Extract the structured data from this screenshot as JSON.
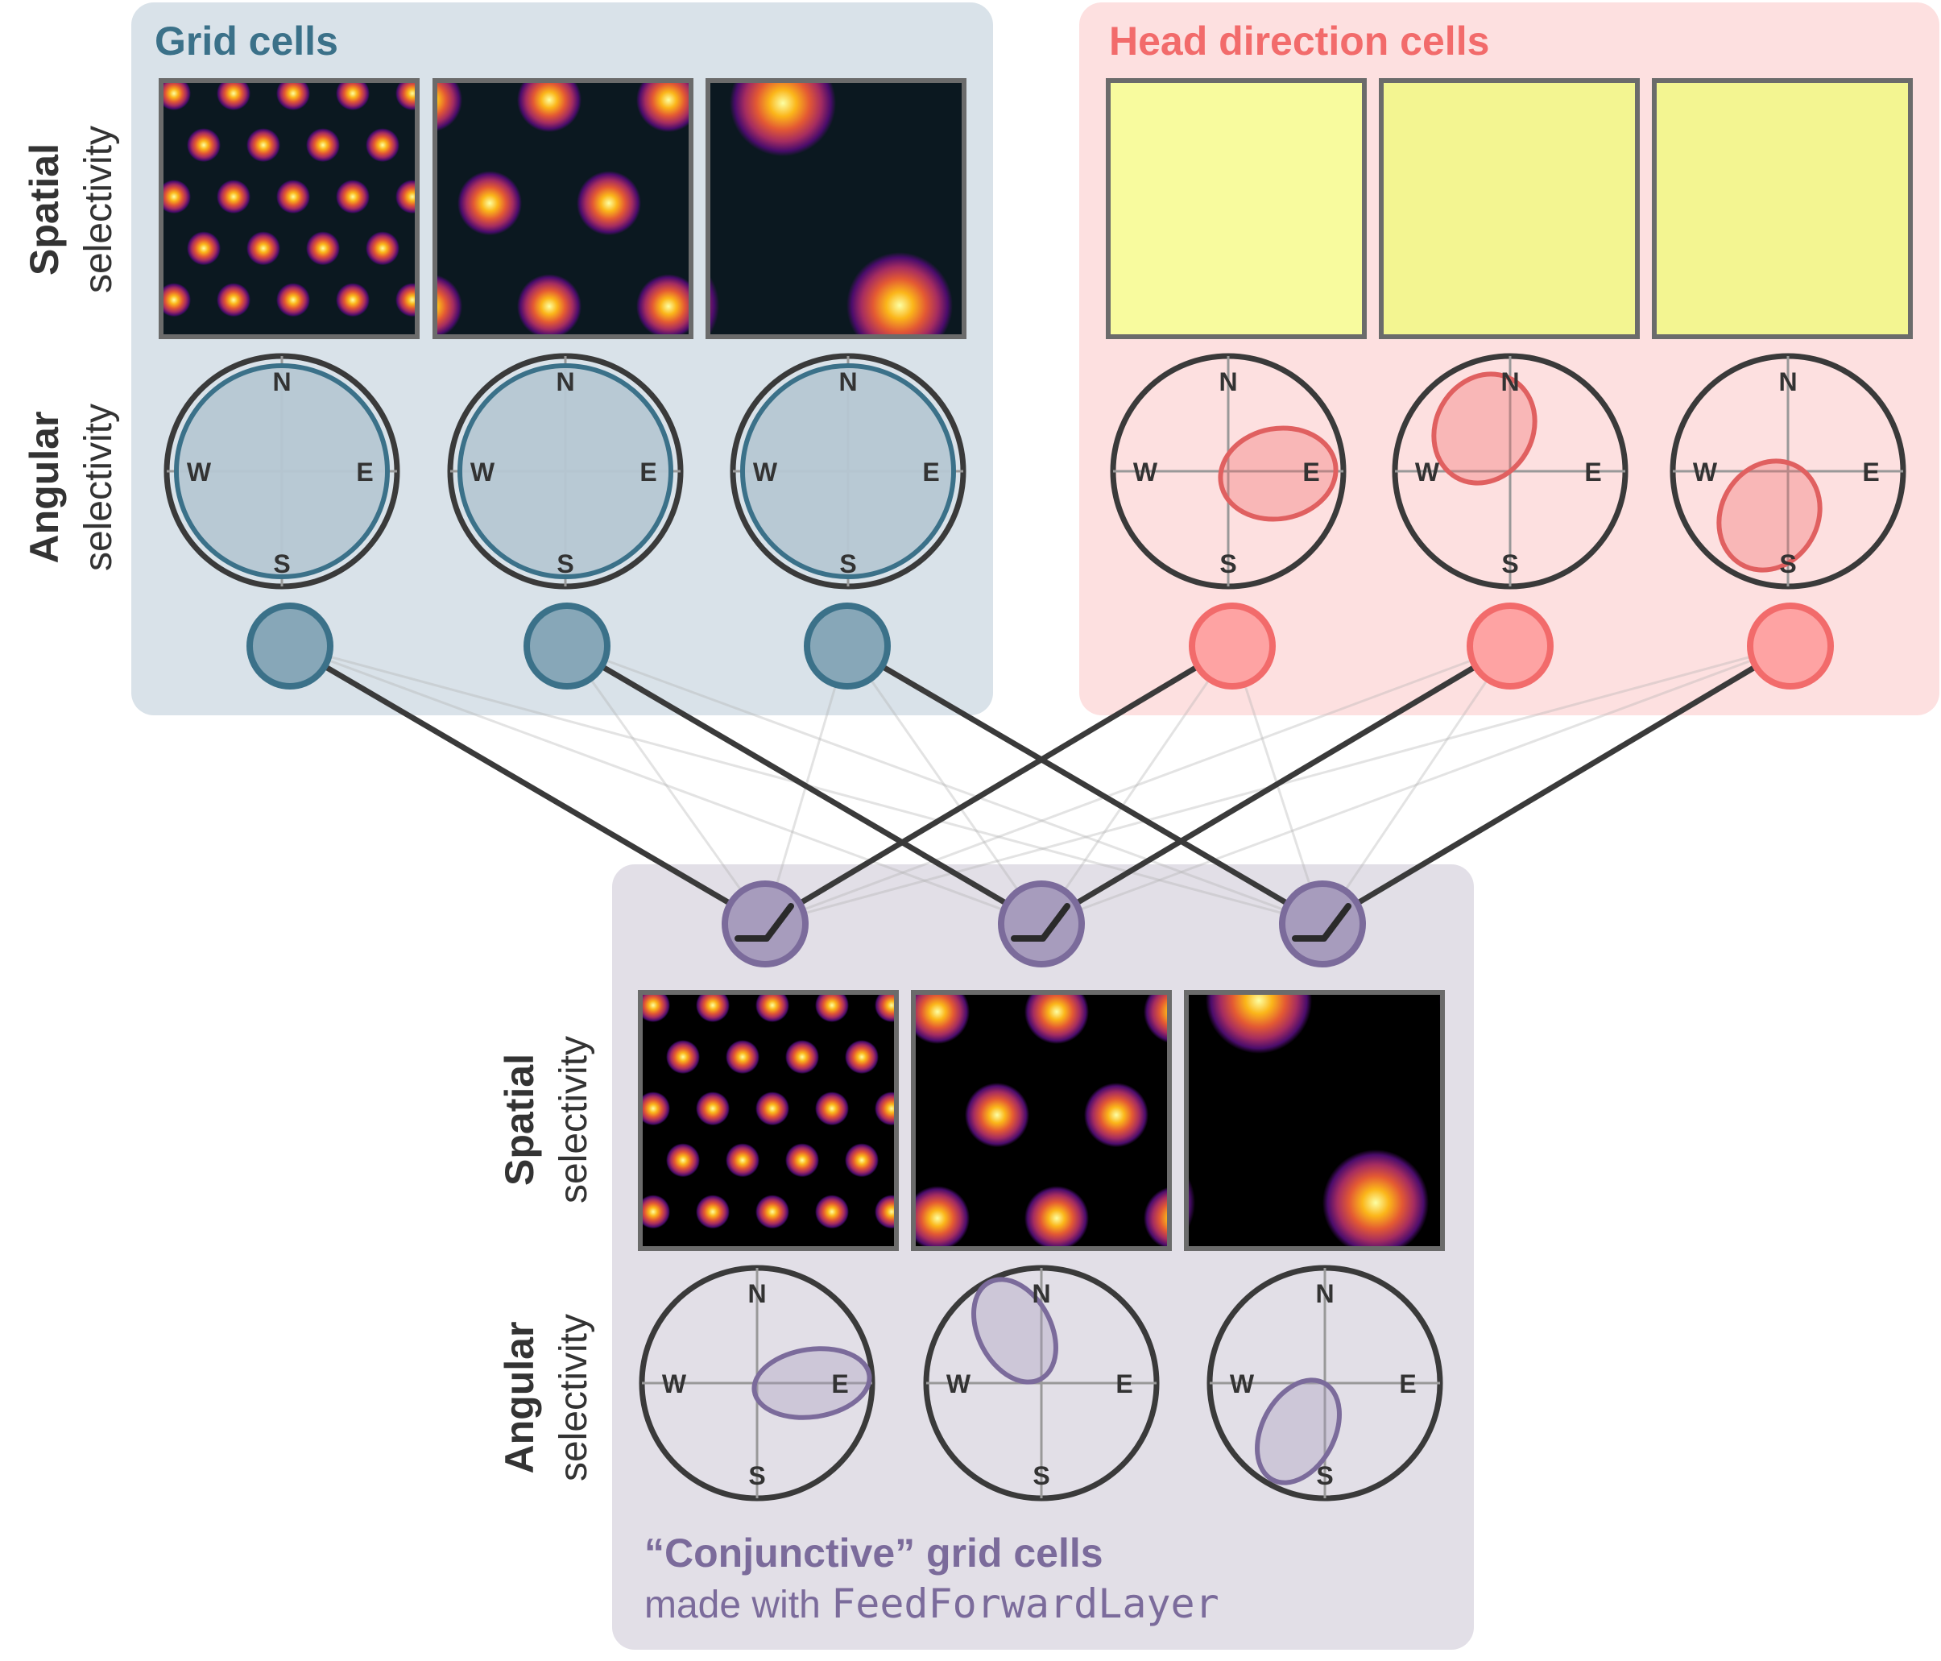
{
  "grid_panel": {
    "title": "Grid cells",
    "spatial_label_bold": "Spatial",
    "spatial_label_light": "selectivity",
    "angular_label_bold": "Angular",
    "angular_label_light": "selectivity"
  },
  "hd_panel": {
    "title": "Head direction cells"
  },
  "conj_panel": {
    "title": "“Conjunctive” grid cells",
    "subtitle_prefix": "made with ",
    "subtitle_code": "FeedForwardLayer",
    "spatial_label_bold": "Spatial",
    "spatial_label_light": "selectivity",
    "angular_label_bold": "Angular",
    "angular_label_light": "selectivity"
  },
  "compass": {
    "n": "N",
    "e": "E",
    "s": "S",
    "w": "W"
  },
  "colors": {
    "grid_panel_bg": "#d9e2e9",
    "grid_accent": "#3b7189",
    "grid_neuron": "#87a7b8",
    "hd_panel_bg": "#fde0e0",
    "hd_accent": "#f26b6b",
    "hd_neuron": "#fea3a3",
    "hd_map": "#f8fb9e",
    "conj_panel_bg": "#e2dfe7",
    "conj_accent": "#7b6b9b",
    "conj_neuron": "#a79cbd",
    "frame": "#6b6b6b",
    "dark": "#3a3a3a"
  }
}
